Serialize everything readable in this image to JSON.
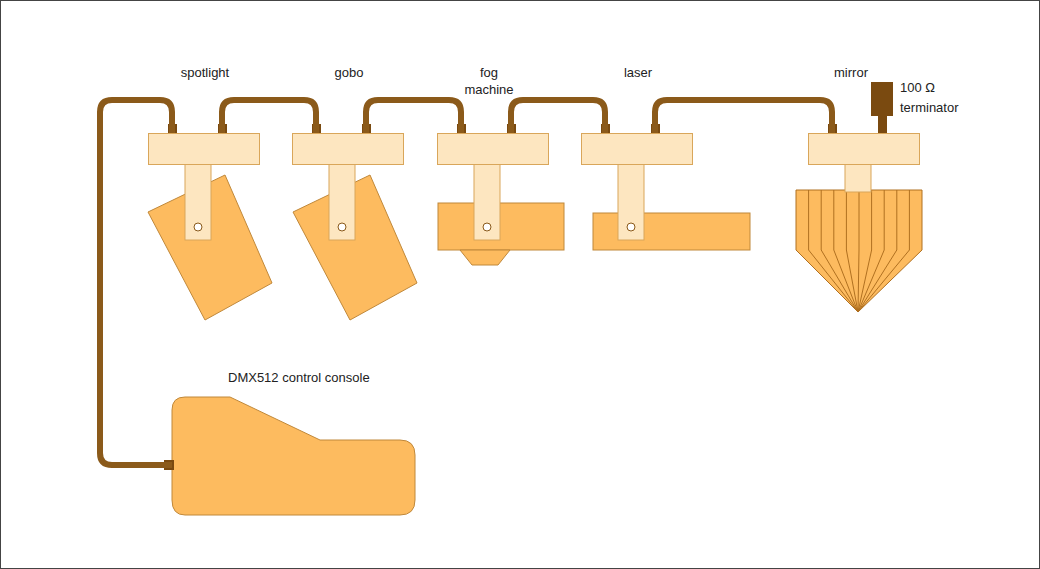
{
  "diagram": {
    "nodes": [
      {
        "text": [
          "DMX512 control console"
        ]
      },
      {
        "text": [
          "spotlight"
        ]
      },
      {
        "text": [
          "gobo"
        ]
      },
      {
        "text": [
          "fog machine"
        ]
      },
      {
        "text": [
          "laser"
        ]
      },
      {
        "text": [
          "mirror"
        ]
      }
    ],
    "edges": [
      {
        "from": 0,
        "to": 1,
        "arrow": "none"
      },
      {
        "from": 1,
        "to": 2,
        "arrow": "none"
      },
      {
        "from": 2,
        "to": 3,
        "arrow": "none"
      },
      {
        "from": 3,
        "to": 4,
        "arrow": "none"
      },
      {
        "from": 4,
        "to": 5,
        "arrow": "none"
      }
    ],
    "labels": [
      "100 Ω terminator"
    ]
  }
}
